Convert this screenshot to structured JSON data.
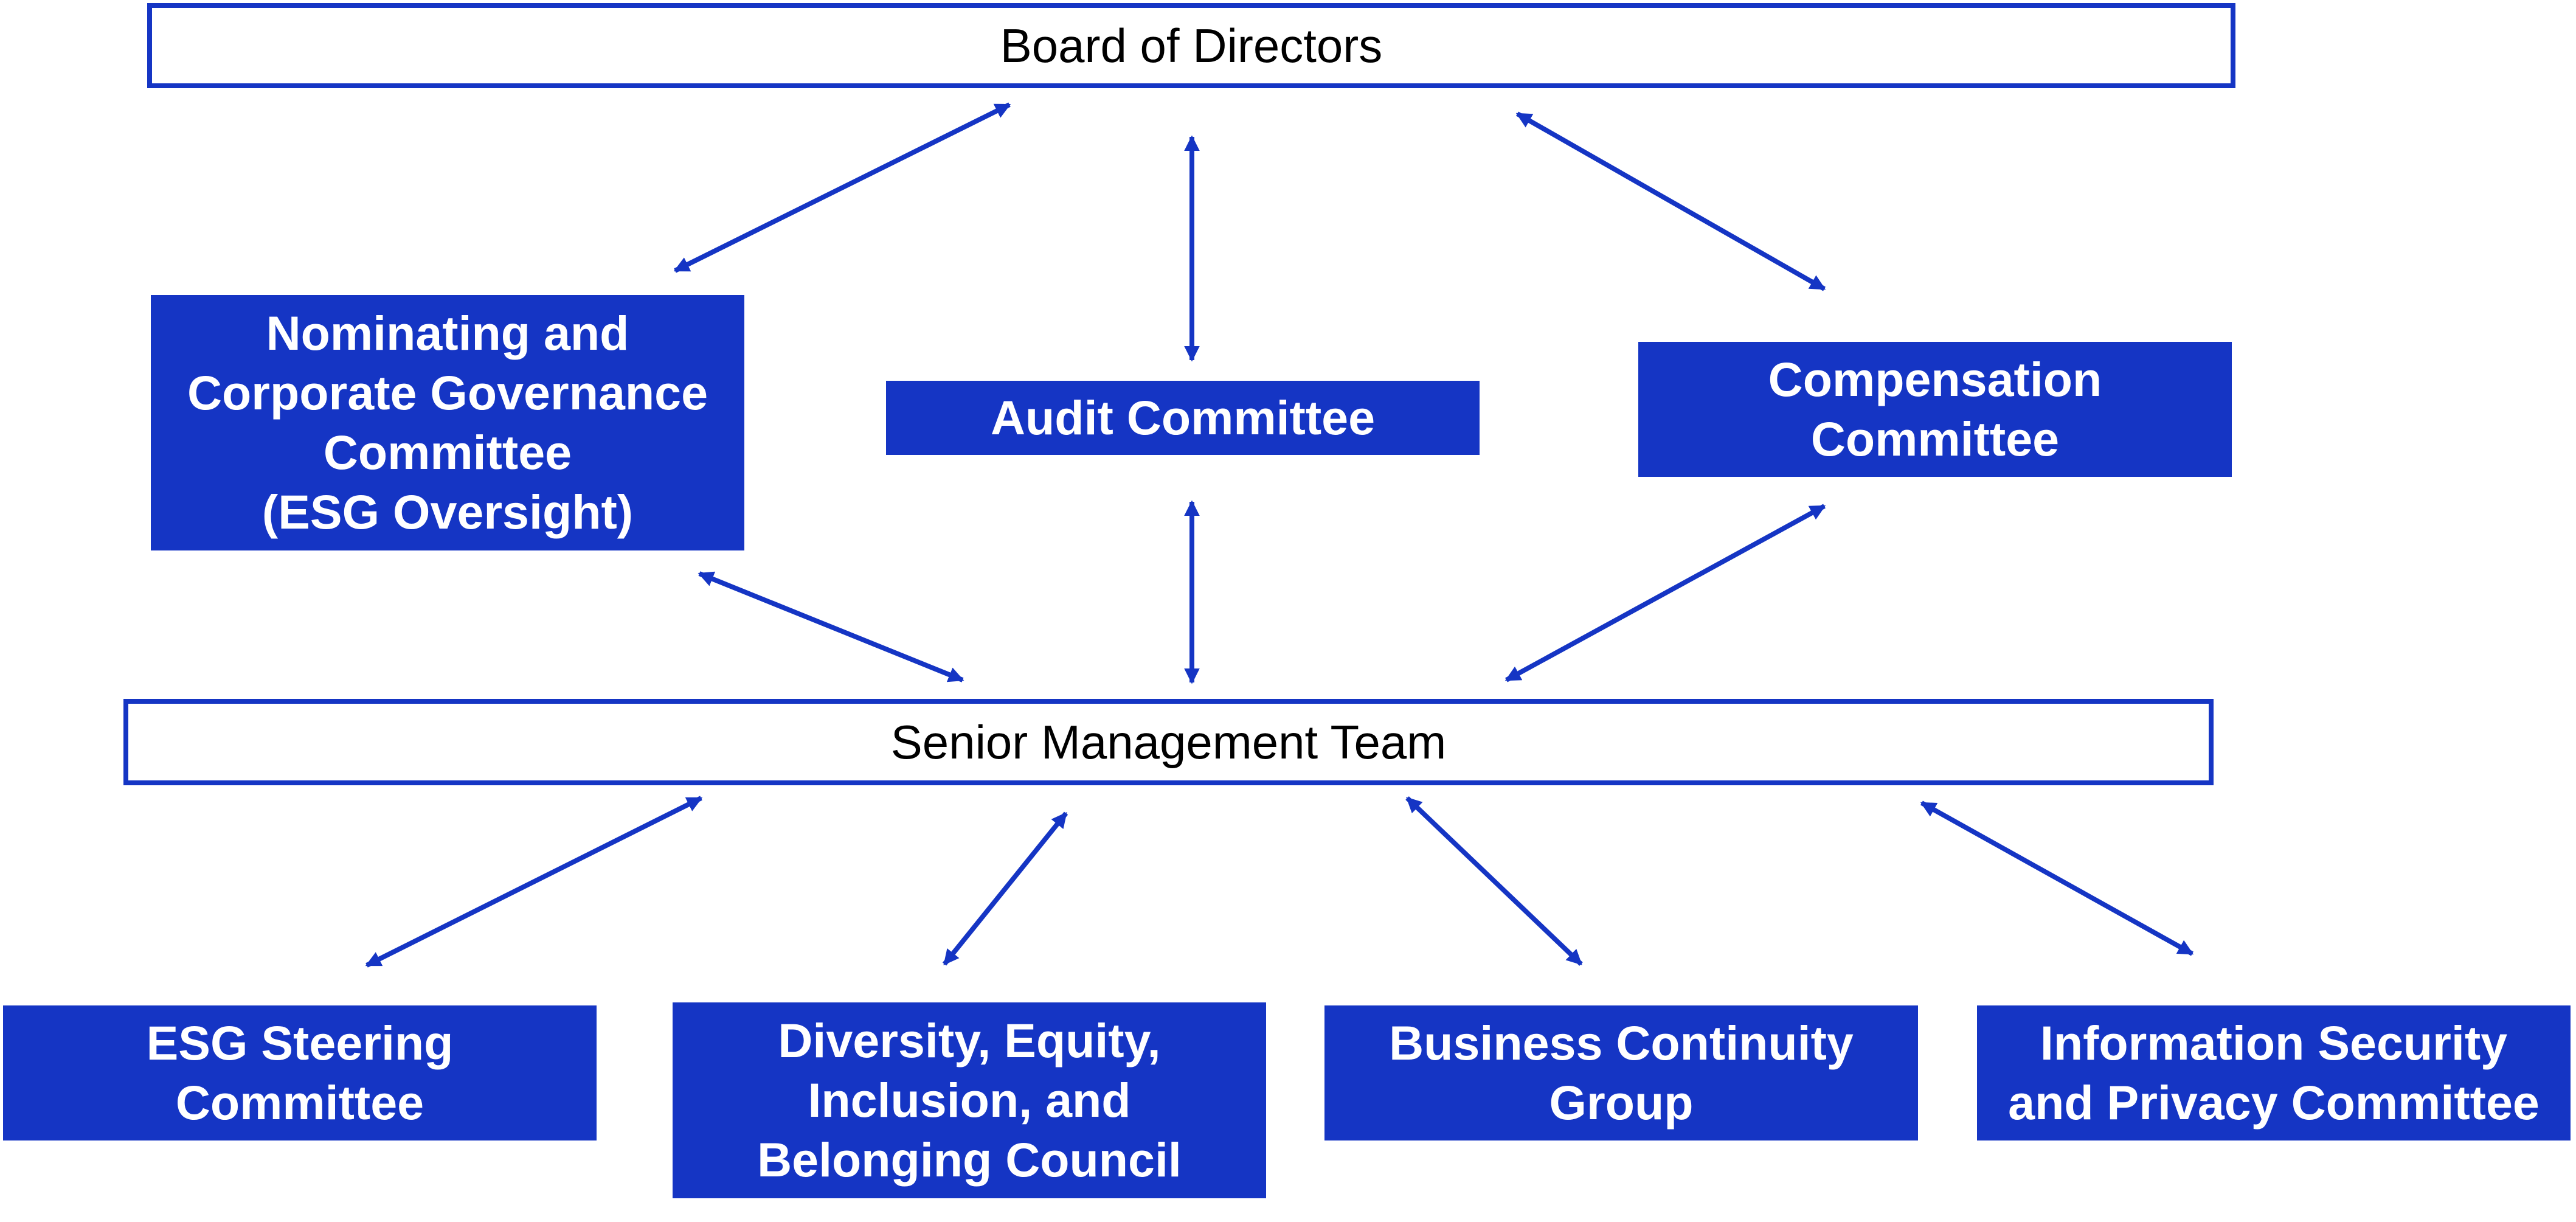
{
  "diagram": {
    "board": "Board of Directors",
    "committees": {
      "nominating": "Nominating and\nCorporate Governance\nCommittee\n(ESG Oversight)",
      "audit": "Audit Committee",
      "compensation": "Compensation\nCommittee"
    },
    "senior_management": "Senior Management Team",
    "groups": {
      "esg_steering": "ESG Steering\nCommittee",
      "deib": "Diversity, Equity,\nInclusion, and\nBelonging Council",
      "business_continuity": "Business Continuity\nGroup",
      "infosec_privacy": "Information Security\nand Privacy Committee"
    },
    "colors": {
      "accent": "#1535c4",
      "box_text": "#ffffff",
      "outline_text": "#000000",
      "background": "#ffffff"
    },
    "connectors": [
      "board-nominating",
      "board-audit",
      "board-compensation",
      "nominating-senior-management",
      "audit-senior-management",
      "compensation-senior-management",
      "senior-management-esg-steering",
      "senior-management-deib",
      "senior-management-business-continuity",
      "senior-management-infosec-privacy"
    ]
  }
}
